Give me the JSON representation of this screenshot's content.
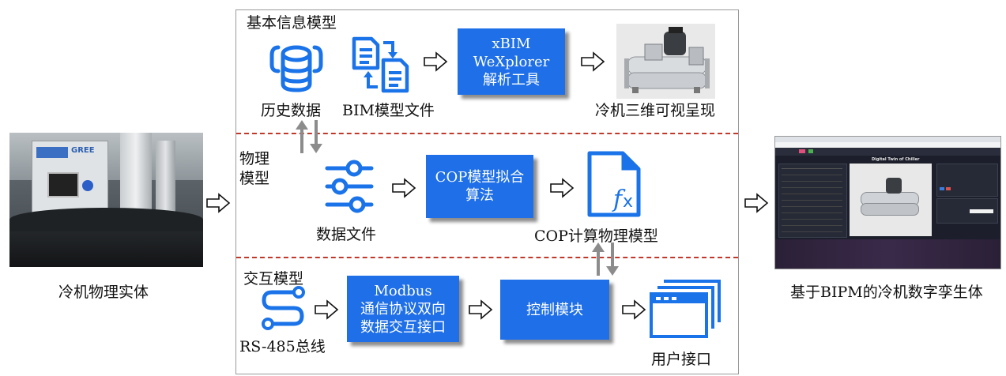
{
  "left": {
    "caption": "冷机物理实体",
    "photo_brand": "GREE"
  },
  "right": {
    "caption": "基于BIPM的冷机数字孪生体",
    "screen_title": "Digital Twin of Chiller"
  },
  "top_section": {
    "title": "基本信息模型",
    "history_label": "历史数据",
    "bim_label": "BIM模型文件",
    "parser_lines": [
      "xBIM",
      "WeXplorer",
      "解析工具"
    ],
    "render_label": "冷机三维可视呈现"
  },
  "middle_section": {
    "title_lines": [
      "物理",
      "模型"
    ],
    "data_file_label": "数据文件",
    "cop_fit_lines": [
      "COP模型拟合",
      "算法"
    ],
    "cop_calc_label": "COP计算物理模型"
  },
  "bottom_section": {
    "title": "交互模型",
    "bus_label": "RS-485总线",
    "modbus_lines": [
      "Modbus",
      "通信协议双向",
      "数据交互接口"
    ],
    "control_label": "控制模块",
    "ui_label": "用户接口"
  },
  "colors": {
    "blue": "#1e6fe8",
    "icon_blue": "#1a73e8",
    "divider_red": "#c0392b",
    "arrow_gray": "#8c8c8c"
  }
}
